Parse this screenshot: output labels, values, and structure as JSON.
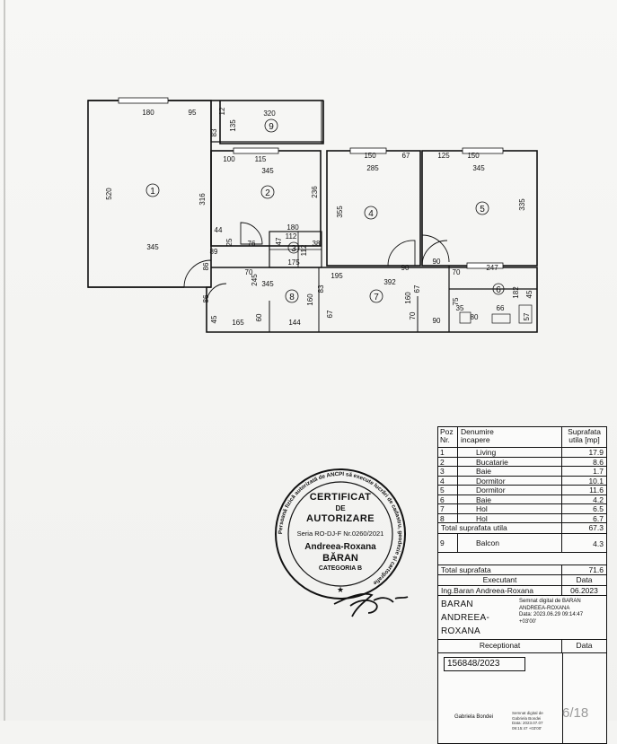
{
  "floor_plan": {
    "room_numbers": [
      "1",
      "2",
      "3",
      "4",
      "5",
      "6",
      "7",
      "8",
      "9"
    ],
    "dimensions": {
      "r1_top_width": "180",
      "r1_top_opening": "95",
      "r1_height": "520",
      "r1_width": "345",
      "r1_inner": "316",
      "r1_door": "44",
      "r1_side": "89",
      "r1_side2": "86",
      "r9_depth": "83",
      "r9_a": "135",
      "r9_b": "12",
      "r9_width": "320",
      "r2_top_a": "100",
      "r2_top_b": "115",
      "r2_width": "345",
      "r2_height": "236",
      "r2_bottom": "180",
      "r3_a": "112",
      "r3_b": "112",
      "r3_c": "38",
      "r3_d": "47",
      "r3_e": "175",
      "r3_f": "76",
      "r3_g": "25",
      "r4_top_a": "150",
      "r4_top_b": "67",
      "r4_width": "285",
      "r4_height": "355",
      "r5_top_a": "125",
      "r5_top_b": "150",
      "r5_width": "345",
      "r5_height": "335",
      "hall_a": "70",
      "hall_b": "245",
      "hall_c": "195",
      "hall_d": "160",
      "hall_e": "83",
      "hall_f": "90",
      "hall_g": "90",
      "hall_h": "392",
      "hall_i": "67",
      "hall_j": "160",
      "hall_k": "70",
      "hall_l": "90",
      "r8_width": "345",
      "r8_a": "165",
      "r8_b": "144",
      "r8_c": "60",
      "r8_d": "45",
      "r8_e": "86",
      "r8_f": "67",
      "r6_a": "70",
      "r6_b": "247",
      "r6_c": "182",
      "r6_d": "45",
      "r6_e": "75",
      "r6_f": "35",
      "r6_g": "80",
      "r6_h": "66",
      "r6_i": "57"
    }
  },
  "table": {
    "header": {
      "nr": "Poz\nNr.",
      "name": "Denumire\nincapere",
      "area": "Suprafata\nutila [mp]"
    },
    "rooms": [
      {
        "nr": "1",
        "name": "Living",
        "area": "17.9"
      },
      {
        "nr": "2",
        "name": "Bucatarie",
        "area": "8.6"
      },
      {
        "nr": "3",
        "name": "Baie",
        "area": "1.7"
      },
      {
        "nr": "4",
        "name": "Dormitor",
        "area": "10.1"
      },
      {
        "nr": "5",
        "name": "Dormitor",
        "area": "11.6"
      },
      {
        "nr": "6",
        "name": "Baie",
        "area": "4.2"
      },
      {
        "nr": "7",
        "name": "Hol",
        "area": "6.5"
      },
      {
        "nr": "8",
        "name": "Hol",
        "area": "6.7"
      }
    ],
    "total_utila_label": "Total suprafata utila",
    "total_utila": "67.3",
    "balcon": {
      "nr": "9",
      "name": "Balcon",
      "area": "4.3"
    },
    "total_label": "Total suprafata",
    "total": "71.6",
    "executant_label": "Executant",
    "data_label": "Data",
    "executant_name": "Ing.Baran Andreea-Roxana",
    "executant_date": "06.2023",
    "signer_line1": "BARAN",
    "signer_line2": "ANDREEA-",
    "signer_line3": "ROXANA",
    "digital_l1": "Semnat digital de BARAN",
    "digital_l2": "ANDREEA-ROXANA",
    "digital_l3": "Data: 2023.06.29 09:14:47",
    "digital_l4": "+03'00'",
    "receptionat_label": "Receptionat",
    "receptionat_data_label": "Data",
    "registration": "156848/2023",
    "recv_signer": "Gabriela Bondei",
    "recv_small1": "Semnat digital de",
    "recv_small2": "Gabriela Bondei",
    "recv_small3": "Data: 2023.07.07",
    "recv_small4": "09:15:47 +03'00'"
  },
  "stamp": {
    "line1": "CERTIFICAT",
    "line2": "DE",
    "line3": "AUTORIZARE",
    "serie": "Seria RO-DJ-F Nr.0260/2021",
    "name1": "Andreea-Roxana",
    "name2": "BĂRAN",
    "category": "CATEGORIA B",
    "ring_text": "Persoană fizică autorizată de ANCPI să execute lucrări de cadastru, geodezie și cartografie"
  },
  "page_number": "6/18"
}
